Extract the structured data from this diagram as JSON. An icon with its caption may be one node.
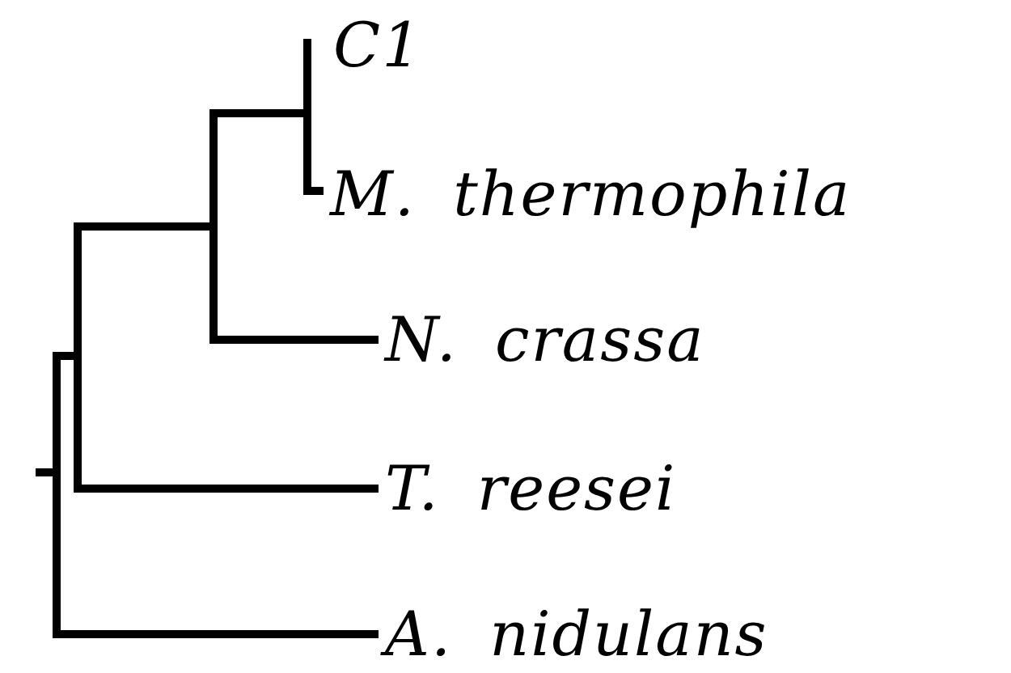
{
  "diagram": {
    "nodes": [
      {
        "text": [
          "C1"
        ]
      },
      {
        "text": [
          "M. thermophila"
        ]
      },
      {
        "text": [
          "N. crassa"
        ]
      },
      {
        "text": [
          "T. reesei"
        ]
      },
      {
        "text": [
          "A. nidulans"
        ]
      }
    ],
    "edges": [
      {
        "from": null,
        "to": 0,
        "arrow": "none"
      },
      {
        "from": null,
        "to": 1,
        "arrow": "none"
      },
      {
        "from": null,
        "to": 2,
        "arrow": "none"
      },
      {
        "from": null,
        "to": 3,
        "arrow": "none"
      },
      {
        "from": null,
        "to": 4,
        "arrow": "none"
      }
    ]
  }
}
